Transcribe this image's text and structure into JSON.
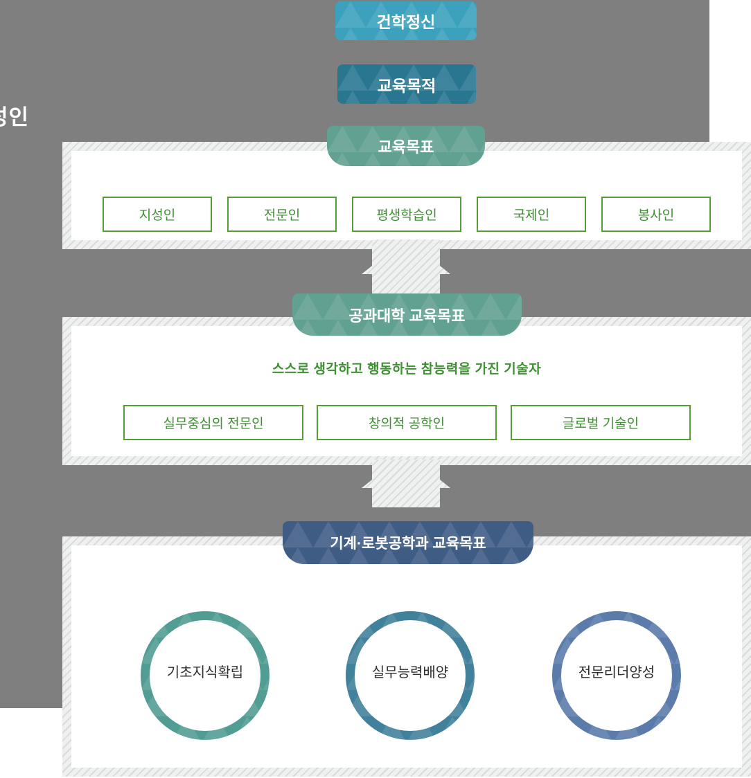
{
  "colors": {
    "background_gray": "#7f7f7f",
    "panel_hatch_base": "#eff1f0",
    "panel_hatch_stripe": "#d8dbda",
    "foundation_badge": "#3ea8c6",
    "purpose_badge": "#2b7b98",
    "goals_badge": "#65a898",
    "college_badge": "#65a898",
    "department_badge": "#42608b",
    "green_outline": "#559e35",
    "green_text": "#3f8f33",
    "circle_ring_1": "#55a49a",
    "circle_ring_2": "#4587a2",
    "circle_ring_3": "#5f81b2"
  },
  "watermark": {
    "clipped_text": "성인"
  },
  "foundation": {
    "label": "건학정신"
  },
  "purpose": {
    "label": "교육목적"
  },
  "university_goals": {
    "badge": "교육목표",
    "items": [
      "지성인",
      "전문인",
      "평생학습인",
      "국제인",
      "봉사인"
    ]
  },
  "college_goals": {
    "badge": "공과대학 교육목표",
    "subtitle": "스스로 생각하고 행동하는 참능력을 가진 기술자",
    "items": [
      "실무중심의 전문인",
      "창의적 공학인",
      "글로벌 기술인"
    ]
  },
  "department_goals": {
    "badge": "기계·로봇공학과 교육목표",
    "items": [
      "기초지식확립",
      "실무능력배양",
      "전문리더양성"
    ]
  }
}
